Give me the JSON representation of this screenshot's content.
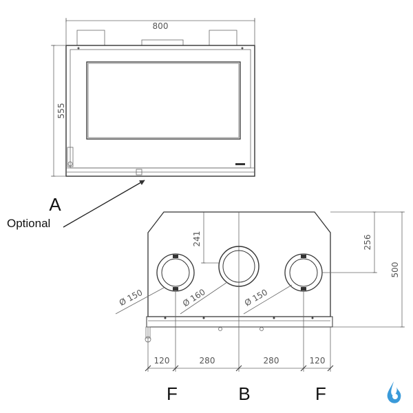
{
  "front_view": {
    "width_label": "800",
    "height_label": "555"
  },
  "annotation": {
    "letter": "A",
    "note": "Optional"
  },
  "top_view": {
    "depth_label": "500",
    "back_offset_label": "241",
    "side_offset_label": "256",
    "collar_labels": {
      "left": "Ø 150",
      "center": "Ø 160",
      "right": "Ø 150"
    },
    "spacing_labels": [
      "120",
      "280",
      "280",
      "120"
    ],
    "outlet_letters": [
      "F",
      "B",
      "F"
    ]
  },
  "logo": {
    "icon": "water-drop-flame-logo",
    "color": "#3a9ad9"
  }
}
